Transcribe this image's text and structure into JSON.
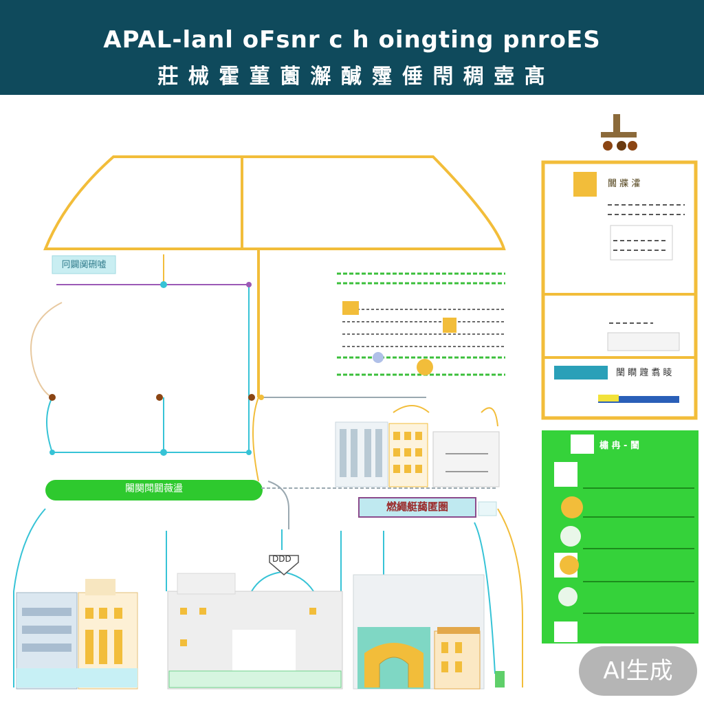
{
  "header": {
    "title": "APAL‑lanl oFsnr c h oingting pnroES",
    "subtitle": "莊 械 霍 菫 薗 澥 醎 霪 倕 閇 稠 壺 髙",
    "background": "#0f4a5c"
  },
  "diagram": {
    "top_left_label": "冋闢阒硎嘘",
    "green_bar_label": "闂闋閗閮薇盪",
    "mid_panel_label": "燃繩艇藹匿圏",
    "small_node_label": "DDD",
    "right_panel": {
      "top_label": "闒 牃 瀖",
      "middle_label": "闉 瞷 韙 翥 睖",
      "green_head": "橚 冉 ‑ 闉"
    },
    "colors": {
      "frame_yellow": "#f2bd3a",
      "bar_green": "#2ec92e",
      "line_cyan": "#36c3d6",
      "accent_purple": "#9b59b6",
      "node_brown": "#8b4513",
      "panel_green": "#35d23a"
    }
  },
  "badge": {
    "text": "AI生成"
  }
}
